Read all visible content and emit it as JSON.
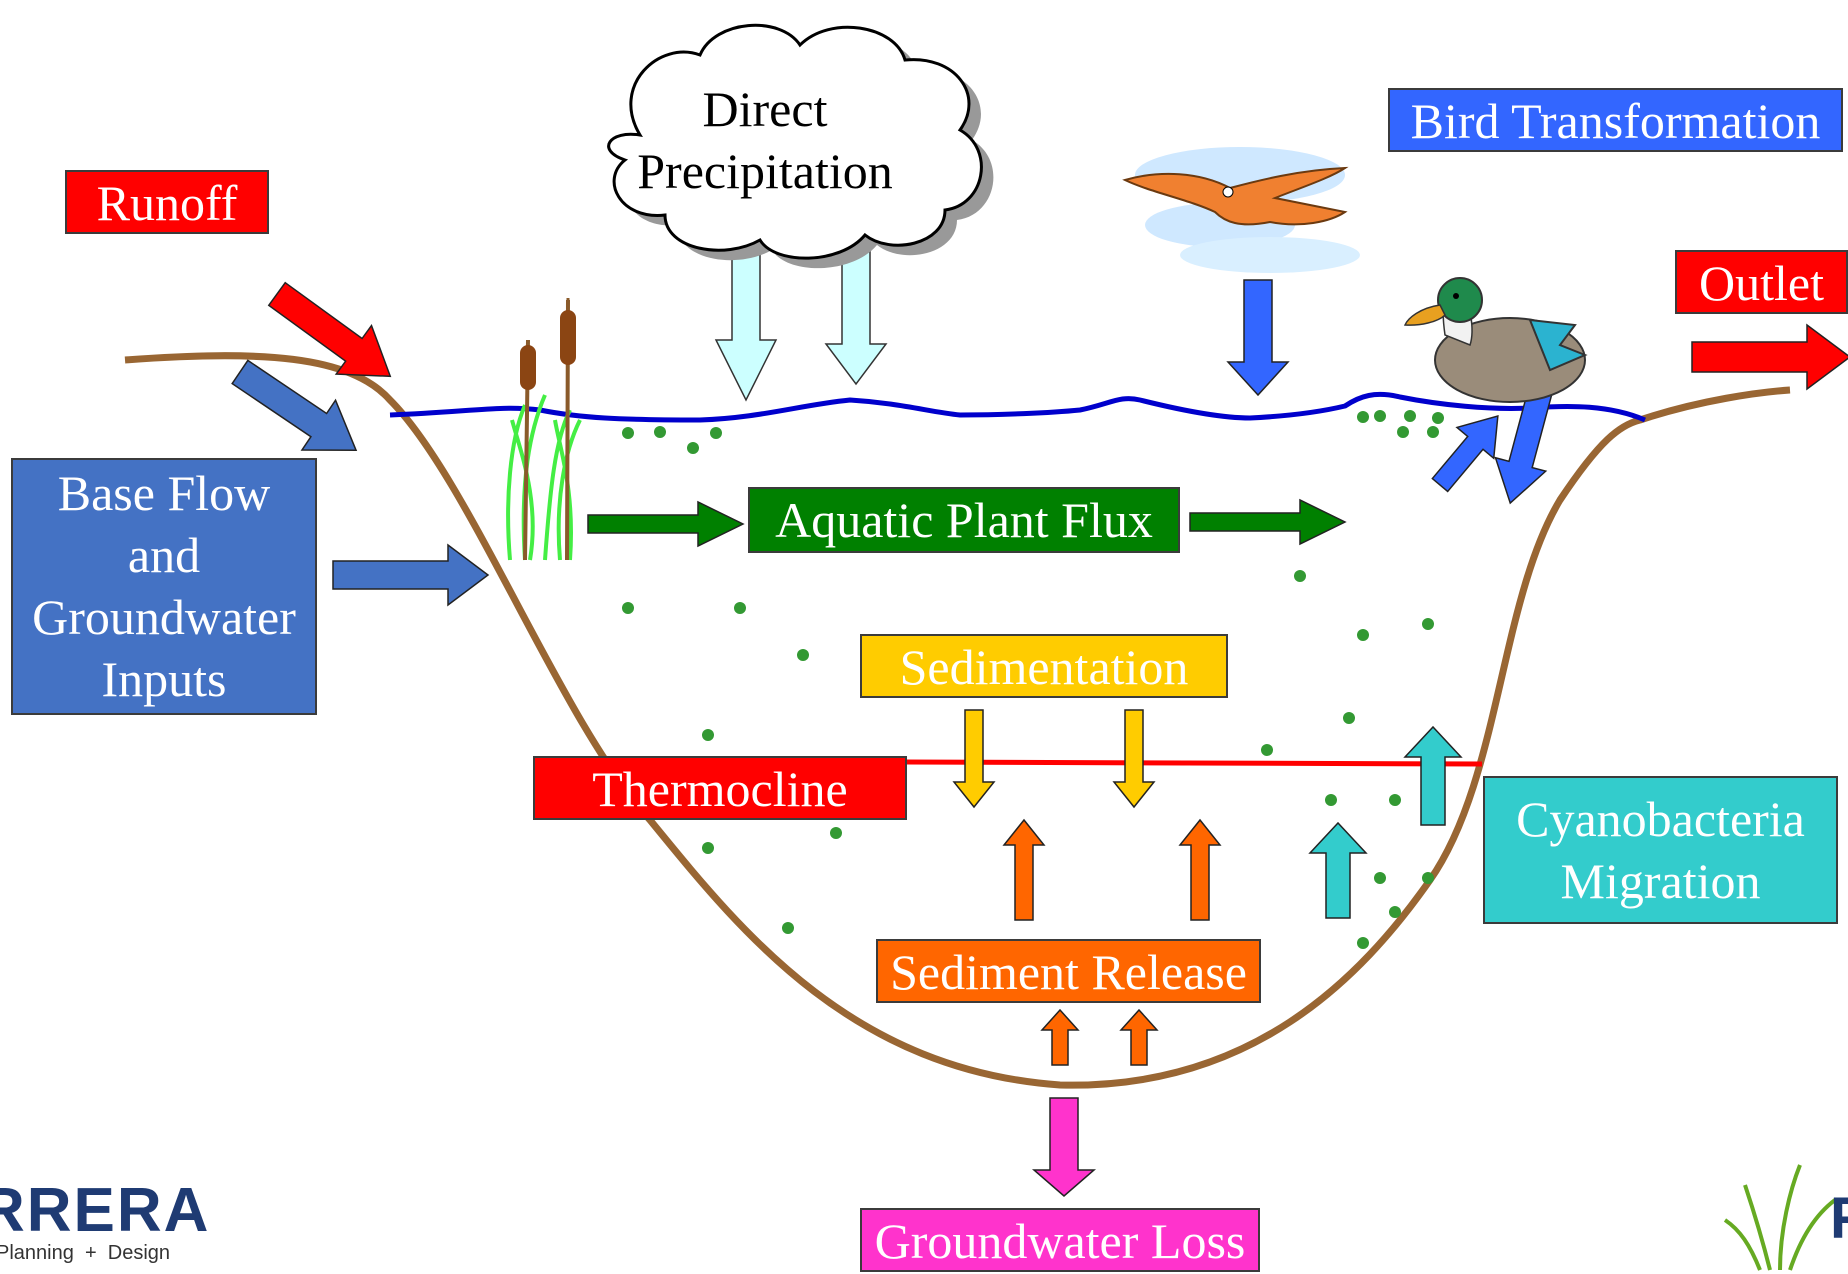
{
  "labels": {
    "runoff": "Runoff",
    "direct_precipitation_line1": "Direct",
    "direct_precipitation_line2": "Precipitation",
    "bird_transformation": "Bird Transformation",
    "outlet": "Outlet",
    "base_flow_line1": "Base Flow",
    "base_flow_line2": "and",
    "base_flow_line3": "Groundwater",
    "base_flow_line4": "Inputs",
    "aquatic_plant_flux": "Aquatic Plant Flux",
    "sedimentation": "Sedimentation",
    "thermocline": "Thermocline",
    "cyanobacteria_line1": "Cyanobacteria",
    "cyanobacteria_line2": "Migration",
    "sediment_release": "Sediment Release",
    "groundwater_loss": "Groundwater Loss"
  },
  "logos": {
    "left_fragment": "RRERA",
    "left_tagline": "Planning  +  Design",
    "right_fragment": "F"
  },
  "colors": {
    "runoff": "#ff0000",
    "outlet": "#ff0000",
    "thermocline": "#ff0000",
    "bird": "#3366ff",
    "base_flow": "#4472c4",
    "aquatic_plant": "#008000",
    "sedimentation": "#ffcc00",
    "sediment_release": "#ff6600",
    "cyanobacteria": "#33cccc",
    "groundwater_loss": "#ff33cc",
    "basin": "#996633",
    "water_surface": "#0000cc",
    "precip_arrow": "#ccffff",
    "particles": "#339933"
  },
  "icons": [
    "cloud-icon",
    "bird-icon",
    "duck-icon",
    "cattail-icon",
    "grass-logo-icon"
  ]
}
